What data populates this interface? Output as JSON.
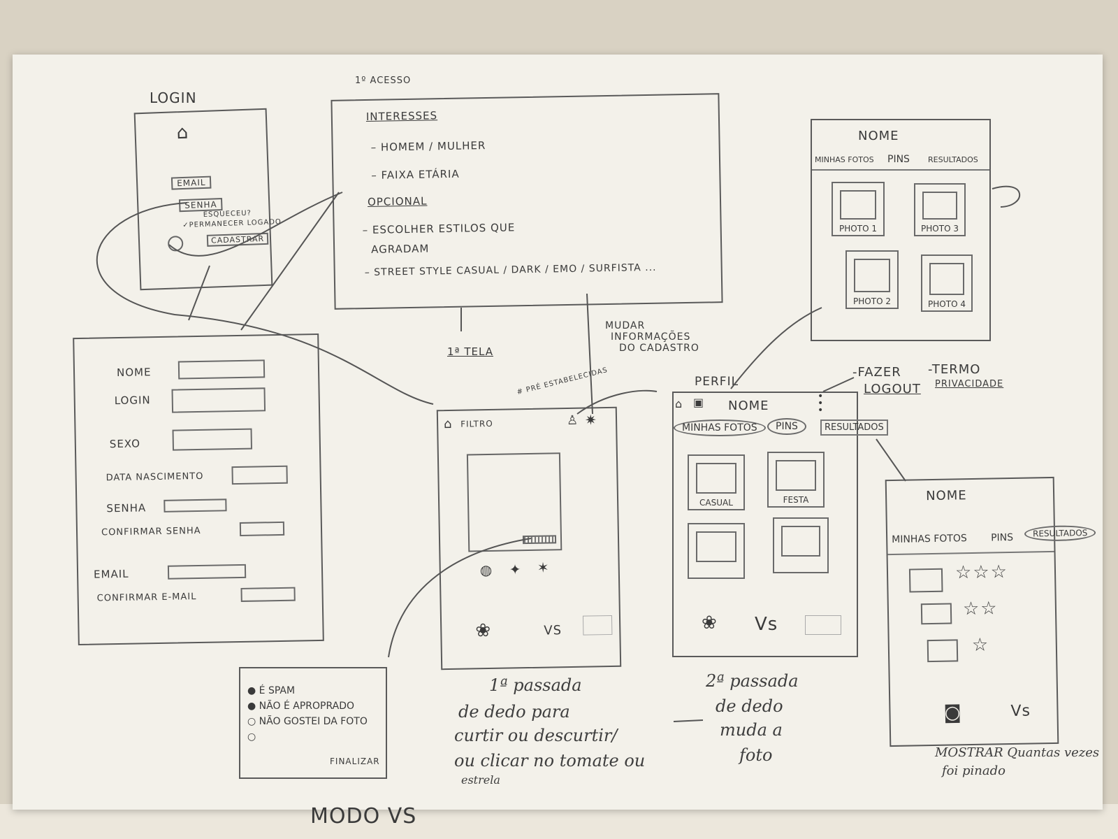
{
  "login": {
    "title": "LOGIN",
    "email": "EMAIL",
    "senha": "SENHA",
    "esqueceu": "ESQUECEU?",
    "permanecer": "✓PERMANECER LOGADO",
    "cadastrar": "CADASTRAR"
  },
  "signup": {
    "nome": "NOME",
    "login": "LOGIN",
    "sexo": "SEXO",
    "nascimento": "DATA NASCIMENTO",
    "senha": "SENHA",
    "confirmar_senha": "CONFIRMAR SENHA",
    "email": "EMAIL",
    "confirmar_email": "CONFIRMAR E-MAIL"
  },
  "acesso": {
    "header": "1º ACESSO",
    "interesses": "INTERESSES",
    "homem": "– HOMEM / MULHER",
    "faixa": "– FAIXA ETÁRIA",
    "opcional": "OPCIONAL",
    "estilos1": "– ESCOLHER ESTILOS QUE",
    "estilos2": "AGRADAM",
    "estilos3": "– STREET STYLE CASUAL / DARK / EMO / SURFISTA ..."
  },
  "primeira_tela": "1ª TELA",
  "pre": "# PRÉ ESTABELECIDAS",
  "mudar": [
    "MUDAR",
    "INFORMAÇÕES",
    "DO CADASTRO"
  ],
  "feed": {
    "filtro": "FILTRO",
    "vs": "VS"
  },
  "report": {
    "spam": "É SPAM",
    "nao_apropriado": "NÃO É APROPRADO",
    "nao_gostei": "NÃO GOSTEI DA FOTO",
    "finalizar": "FINALIZAR"
  },
  "passada1": [
    "1ª passada",
    "de dedo para",
    "curtir ou descurtir/",
    "ou clicar no tomate ou",
    "estrela"
  ],
  "passada2": [
    "2ª passada",
    "de dedo",
    "muda a",
    "foto"
  ],
  "perfil": {
    "label": "PERFIL",
    "nome": "NOME",
    "tab1": "MINHAS FOTOS",
    "tab2": "PINS",
    "tab3": "RESULTADOS",
    "thumb1": "CASUAL",
    "thumb2": "FESTA",
    "vs": "Vs"
  },
  "nome_top": {
    "nome": "NOME",
    "tab1": "MINHAS FOTOS",
    "tab2": "PINS",
    "tab3": "RESULTADOS",
    "p1": "PHOTO 1",
    "p2": "PHOTO 2",
    "p3": "PHOTO 3",
    "p4": "PHOTO 4"
  },
  "logout": {
    "fazer": "-FAZER",
    "logout": "LOGOUT",
    "termo": "-TERMO",
    "privacidade": "PRIVACIDADE"
  },
  "resultados": {
    "nome": "NOME",
    "tab1": "MINHAS FOTOS",
    "tab2": "PINS",
    "tab3": "RESULTADOS",
    "r1": "☆☆☆",
    "r2": "☆☆",
    "r3": "☆",
    "vs": "Vs",
    "note1": "MOSTRAR Quantas vezes",
    "note2": "foi pinado"
  },
  "bottom": "MODO VS"
}
